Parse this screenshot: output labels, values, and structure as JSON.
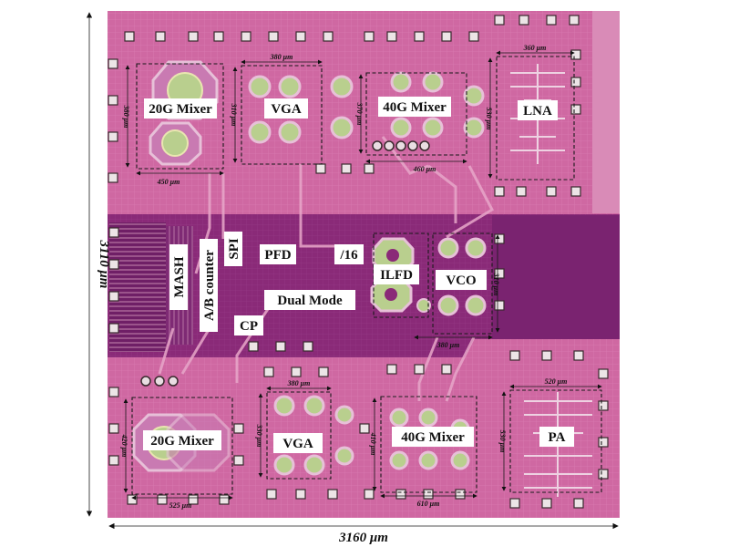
{
  "labels": {
    "mixer20_top": "20G Mixer",
    "vga_top": "VGA",
    "mixer40_top": "40G Mixer",
    "lna": "LNA",
    "mash": "MASH",
    "ab_counter": "A/B counter",
    "spi": "SPI",
    "pfd": "PFD",
    "div16": "/16",
    "ilfd": "ILFD",
    "vco": "VCO",
    "dual_mode": "Dual Mode",
    "cp": "CP",
    "mixer20_bot": "20G Mixer",
    "vga_bot": "VGA",
    "mixer40_bot": "40G Mixer",
    "pa": "PA"
  },
  "dims": {
    "mixer20_top_w": "450 μm",
    "mixer20_top_h": "380 μm",
    "vga_top_w": "380 μm",
    "vga_top_h": "310 μm",
    "mixer40_top_w": "460 μm",
    "mixer40_top_h": "370 μm",
    "lna_w": "360 μm",
    "lna_h": "530 μm",
    "vco_h": "310 μm",
    "vco_w": "380 μm",
    "mixer20_bot_w": "525 μm",
    "mixer20_bot_h": "420 μm",
    "vga_bot_w": "380 μm",
    "vga_bot_h": "330 μm",
    "mixer40_bot_w": "610 μm",
    "mixer40_bot_h": "410 μm",
    "pa_w": "520 μm",
    "pa_h": "530 μm"
  },
  "die": {
    "width": "3160 μm",
    "height": "3110 μm"
  },
  "colors": {
    "rf_region": "#cf68a2",
    "digital_region": "#8a2a78",
    "pad": "#ece4e6",
    "inductor": "#b9cf8e"
  }
}
